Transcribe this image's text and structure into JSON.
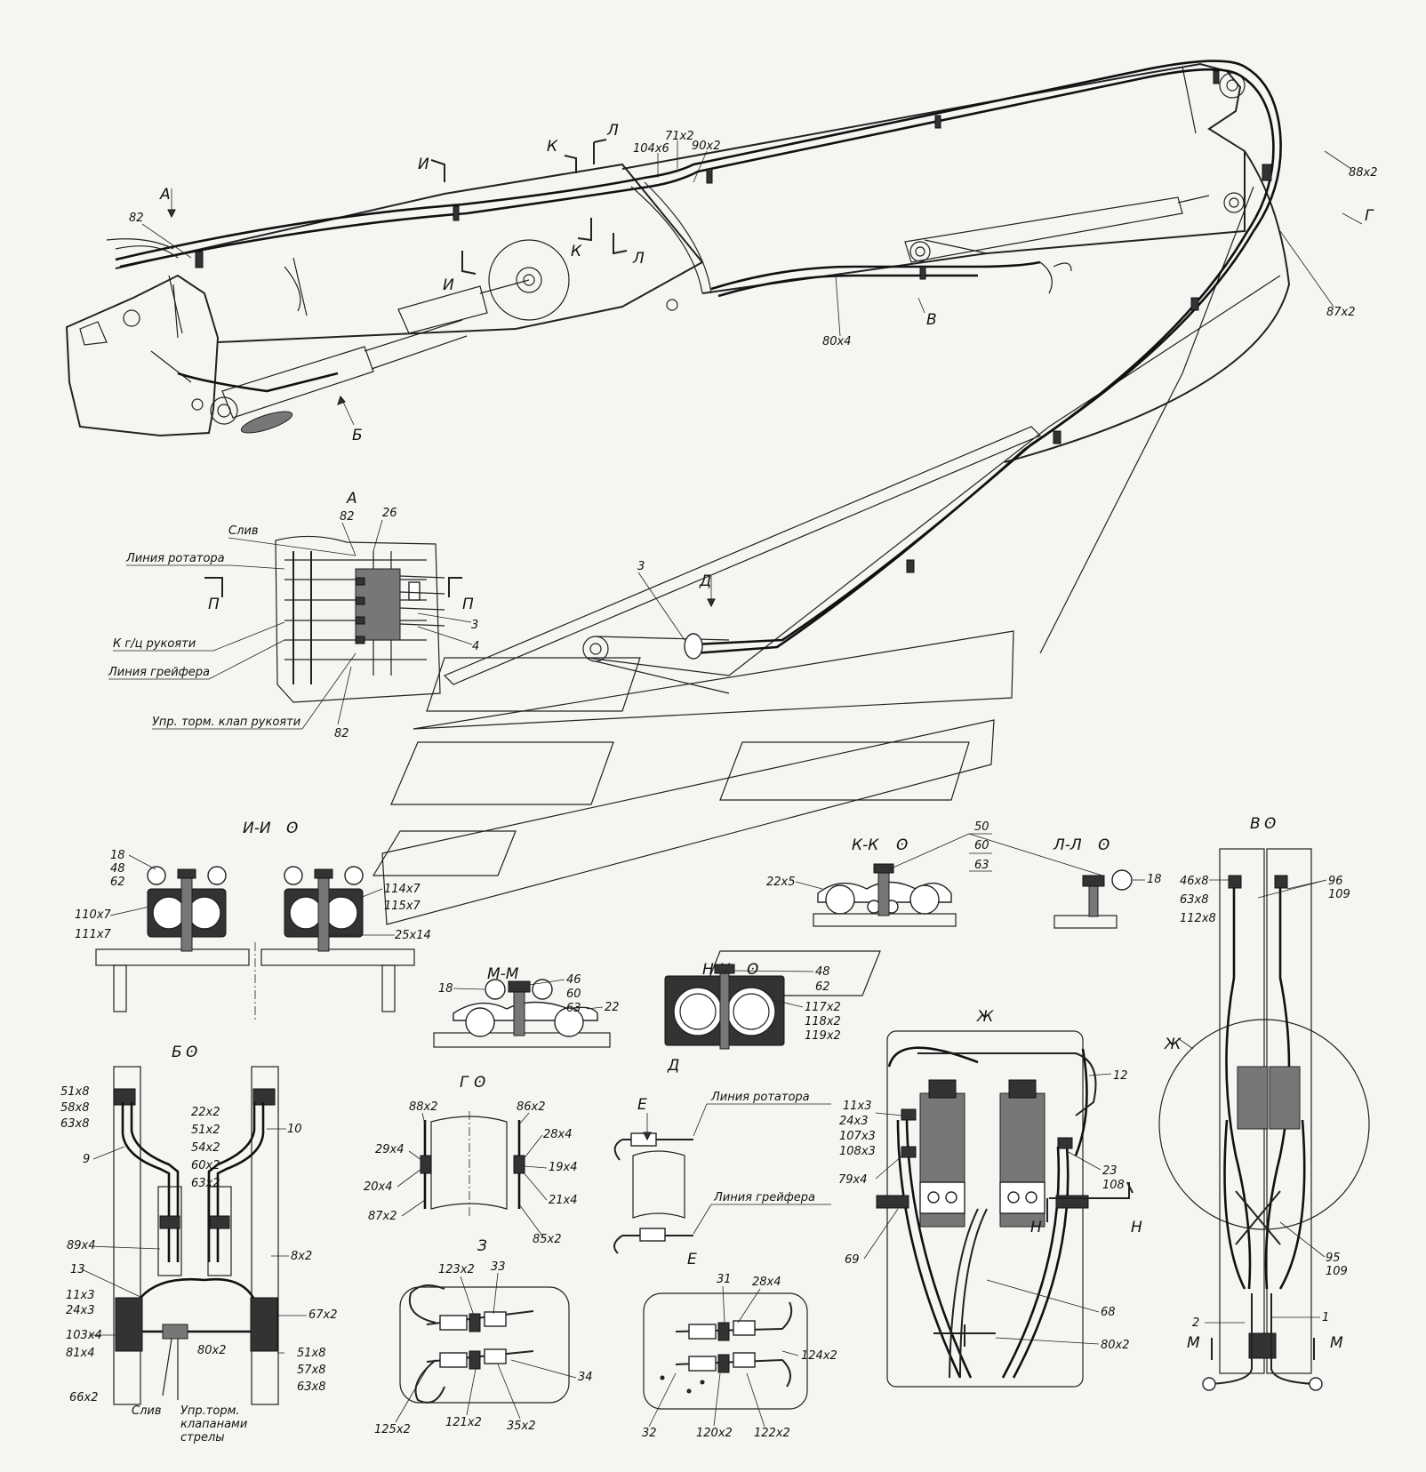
{
  "views": {
    "A": "А",
    "B": "Б",
    "V": "В",
    "G": "Г",
    "D": "Д",
    "E": "Е",
    "Zh": "Ж",
    "Z": "З",
    "II": "И-И",
    "KK": "К-К",
    "LL": "Л-Л",
    "MM": "М-М",
    "NN": "Н-Н"
  },
  "rotate_mark": "ʘ",
  "section_marks": {
    "I": "И",
    "K": "К",
    "L": "Л",
    "M": "М",
    "N": "Н",
    "P": "П",
    "A": "А",
    "B": "Б",
    "V": "В",
    "G": "Г",
    "D": "Д",
    "E": "Е"
  },
  "main": [
    "82",
    "104x6",
    "71x2",
    "90x2",
    "88x2",
    "87x2",
    "80x4",
    "3"
  ],
  "viewA": {
    "line_labels": [
      "Слив",
      "Линия ротатора",
      "К г/ц рукояти",
      "Линия грейфера",
      "Упр. торм. клап рукояти"
    ],
    "nums": [
      "82",
      "26",
      "3",
      "4",
      "82"
    ]
  },
  "secII": [
    "18",
    "48",
    "62",
    "110x7",
    "111x7",
    "114x7",
    "115x7",
    "25x14"
  ],
  "secKK": [
    "22x5",
    "50",
    "60",
    "63"
  ],
  "secLL": [
    "18"
  ],
  "secMM": [
    "46",
    "60",
    "63",
    "18",
    "22"
  ],
  "secNN": [
    "48",
    "62",
    "117x2",
    "118x2",
    "119x2"
  ],
  "viewB": {
    "left": [
      "51x8",
      "58x8",
      "63x8",
      "9",
      "89x4",
      "13",
      "11x3",
      "24x3",
      "103x4",
      "81x4",
      "66x2"
    ],
    "mid": [
      "22x2",
      "51x2",
      "54x2",
      "60x2",
      "63x2"
    ],
    "right": [
      "10",
      "8x2",
      "67x2",
      "51x8",
      "57x8",
      "63x8"
    ],
    "bottom": [
      "80x2",
      "Слив",
      "Упр.торм.",
      "клапанами",
      "стрелы"
    ]
  },
  "viewG": [
    "88x2",
    "29x4",
    "20x4",
    "87x2",
    "86x2",
    "28x4",
    "19x4",
    "21x4",
    "85x2"
  ],
  "viewZ": [
    "123x2",
    "33",
    "125x2",
    "121x2",
    "35x2",
    "34"
  ],
  "viewD": [
    "Линия ротатора",
    "Линия грейфера"
  ],
  "viewE": [
    "31",
    "28x4",
    "124x2",
    "32",
    "120x2",
    "122x2"
  ],
  "viewZh": [
    "11x3",
    "24x3",
    "107x3",
    "108x3",
    "79x4",
    "69",
    "12",
    "23",
    "108",
    "68",
    "80x2"
  ],
  "viewV": [
    "46x8",
    "63x8",
    "112x8",
    "96",
    "109",
    "95",
    "109",
    "2",
    "1"
  ]
}
